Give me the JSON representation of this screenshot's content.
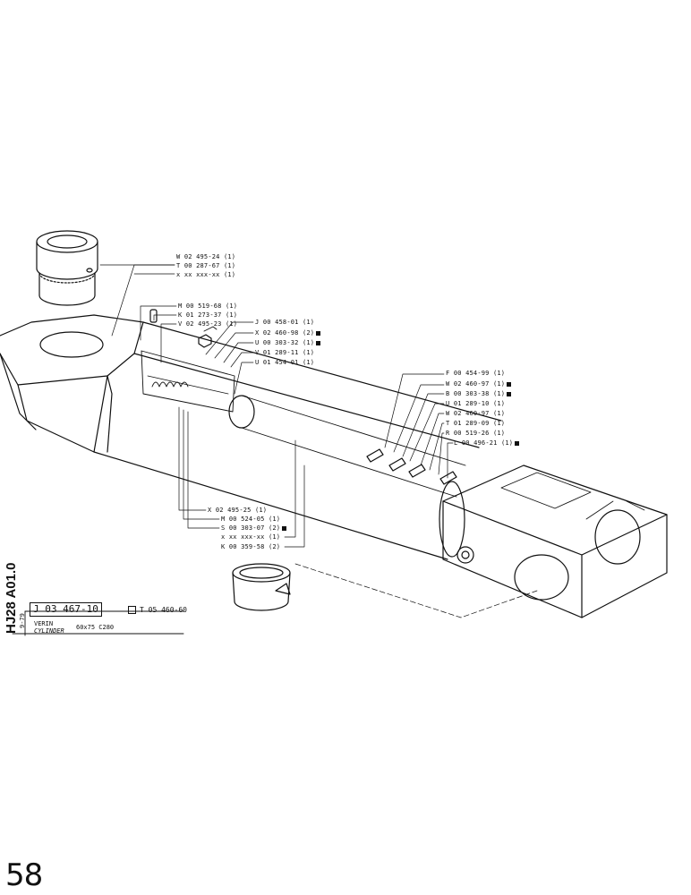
{
  "callouts_top": [
    {
      "id": "w0249524",
      "text": "W 02 495-24 (1)",
      "mark": false
    },
    {
      "id": "t0028767",
      "text": "T 00 287-67 (1)",
      "mark": false
    },
    {
      "id": "xx_top",
      "text": "x xx xxx-xx (1)",
      "mark": false
    }
  ],
  "callouts_left": [
    {
      "id": "m0051968",
      "text": "M 00 519-68 (1)",
      "mark": false
    },
    {
      "id": "k0127337",
      "text": "K 01 273-37 (1)",
      "mark": false
    },
    {
      "id": "v0249523",
      "text": "V 02 495-23 (1)",
      "mark": false
    }
  ],
  "callouts_mid": [
    {
      "id": "j0045801",
      "text": "J 00 458-01 (1)",
      "mark": false
    },
    {
      "id": "x0246098",
      "text": "X 02 460-98 (2)",
      "mark": true
    },
    {
      "id": "u0030332",
      "text": "U 00 303-32 (1)",
      "mark": true
    },
    {
      "id": "v0128911",
      "text": "V 01 289-11 (1)",
      "mark": false
    },
    {
      "id": "u0145401",
      "text": "U 01 454-01 (1)",
      "mark": false
    }
  ],
  "callouts_right": [
    {
      "id": "f0045499",
      "text": "F 00 454-99 (1)",
      "mark": false
    },
    {
      "id": "w0246097a",
      "text": "W 02 460-97 (1)",
      "mark": true
    },
    {
      "id": "b0030338",
      "text": "B 00 303-38 (1)",
      "mark": true
    },
    {
      "id": "u0128910",
      "text": "U 01 289-10 (1)",
      "mark": false
    },
    {
      "id": "w0246097b",
      "text": "W 02 460-97 (1)",
      "mark": false
    },
    {
      "id": "t0128909",
      "text": "T 01 289-09 (1)",
      "mark": false
    },
    {
      "id": "r0051926",
      "text": "R 00 519-26 (1)",
      "mark": false
    },
    {
      "id": "l0049621",
      "text": "L 00 496-21 (1)",
      "mark": true
    }
  ],
  "callouts_bottom": [
    {
      "id": "x0249525",
      "text": "X 02 495-25 (1)",
      "mark": false
    },
    {
      "id": "m0052405",
      "text": "M 00 524-05 (1)",
      "mark": false
    },
    {
      "id": "s0030307",
      "text": "S 00 303-07 (2)",
      "mark": true
    },
    {
      "id": "xx_bot",
      "text": "x xx xxx-xx (1)",
      "mark": false
    },
    {
      "id": "k0035958",
      "text": "K 00 359-58 (2)",
      "mark": false
    }
  ],
  "title_block": {
    "code_vertical": "HJ28 A01.0",
    "date_vertical": "9-79",
    "part_number": "J 03 467-10",
    "ref_number": "T 05 460-60",
    "name_fr": "VERIN",
    "name_en": "CYLINDER",
    "size": "60x75 C280"
  },
  "page_number": "58"
}
